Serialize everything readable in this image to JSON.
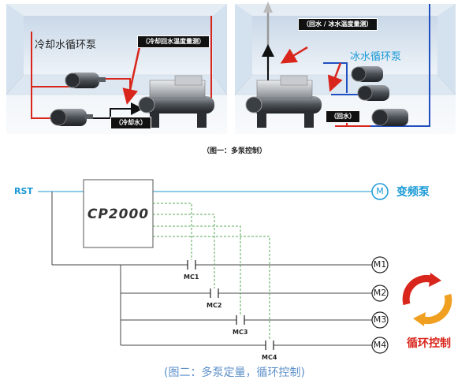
{
  "figure1": {
    "left_label": "冷却水循环泵",
    "left_sensor_tag": "（冷却回水温度量测）",
    "left_water_tag": "（冷却水）",
    "right_label": "冰水循环泵",
    "right_sensor_tag": "（回水 / 冰水温度量测）",
    "right_water_tag": "（回水）",
    "caption": "（图一：多泵控制）"
  },
  "figure2": {
    "rst_label": "RST",
    "controller_label": "CP2000",
    "vfd_motor": "M",
    "vfd_label": "变频泵",
    "motors": [
      "M1",
      "M2",
      "M3",
      "M4"
    ],
    "contactors": [
      "MC1",
      "MC2",
      "MC3",
      "MC4"
    ],
    "cycle_label": "循环控制",
    "caption": "(图二：多泵定量，循环控制)"
  },
  "colors": {
    "blue": "#1a9ad6",
    "green_dashed": "#5aa85a",
    "red": "#d9261c",
    "orange": "#f0a020",
    "room_blue": "#dfe9f3"
  },
  "icons": [
    "motor-icon",
    "chiller-icon",
    "cycle-arrows-icon",
    "contactor-icon"
  ]
}
